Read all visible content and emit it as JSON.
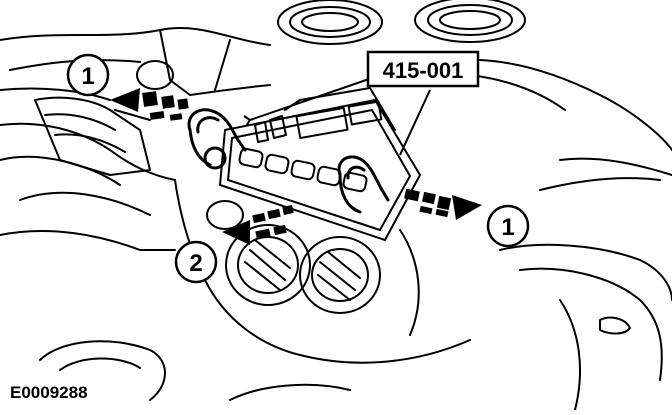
{
  "diagram": {
    "tool_label": "415-001",
    "callout_1_left": "1",
    "callout_1_right": "1",
    "callout_2": "2",
    "figure_id": "E0009288"
  }
}
